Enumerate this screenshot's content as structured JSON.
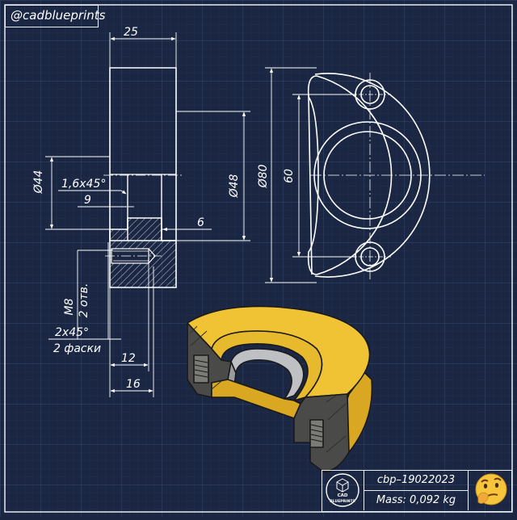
{
  "handle": "@cadblueprints",
  "dimensions": {
    "width_25": "25",
    "dia_44": "Ø44",
    "chamfer_1_6": "1,6x45°",
    "depth_9": "9",
    "dia_48": "Ø48",
    "depth_6": "6",
    "dia_80": "Ø80",
    "center_60": "60",
    "thread_m8": "M8",
    "thread_count": "2 отв.",
    "chamfer_2": "2x45°",
    "chamfer_count": "2 фаски",
    "len_12": "12",
    "len_16": "16"
  },
  "title_block": {
    "logo_line1": "CAD",
    "logo_line2": "BLUEPRINTS",
    "part_number": "cbp–19022023",
    "mass": "Mass: 0,092 kg"
  },
  "colors": {
    "background": "#1b2742",
    "grid": "#2a3a5a",
    "line": "#ffffff",
    "part_yellow": "#e8b92a",
    "section_dark": "#4a4a48"
  }
}
